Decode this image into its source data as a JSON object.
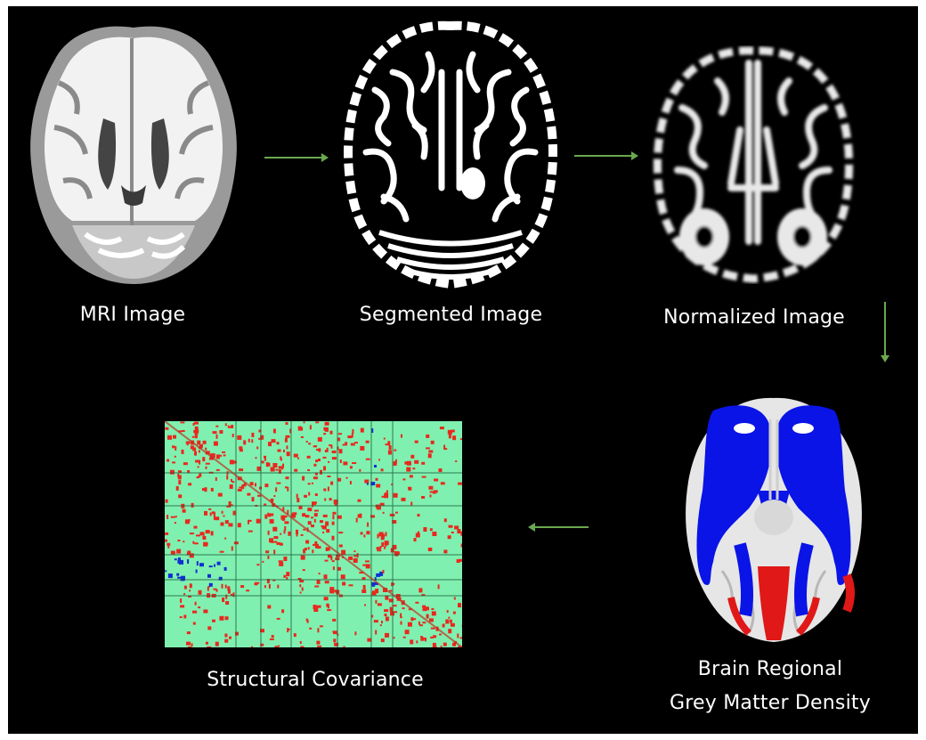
{
  "steps": [
    {
      "id": "mri",
      "label": "MRI Image"
    },
    {
      "id": "segmented",
      "label": "Segmented Image"
    },
    {
      "id": "normalized",
      "label": "Normalized Image"
    },
    {
      "id": "regional",
      "label_line1": "Brain Regional",
      "label_line2": "Grey Matter Density"
    },
    {
      "id": "covariance",
      "label": "Structural Covariance"
    }
  ],
  "colors": {
    "background": "#000000",
    "arrow": "#6aa84f",
    "text": "#ffffff",
    "matrix_bg": "#80f0b0",
    "matrix_red": "#e8281e",
    "matrix_blue": "#1030d0",
    "brain_blue": "#0a14e6",
    "brain_red": "#e01818",
    "brain_white": "#e6e6e6"
  }
}
